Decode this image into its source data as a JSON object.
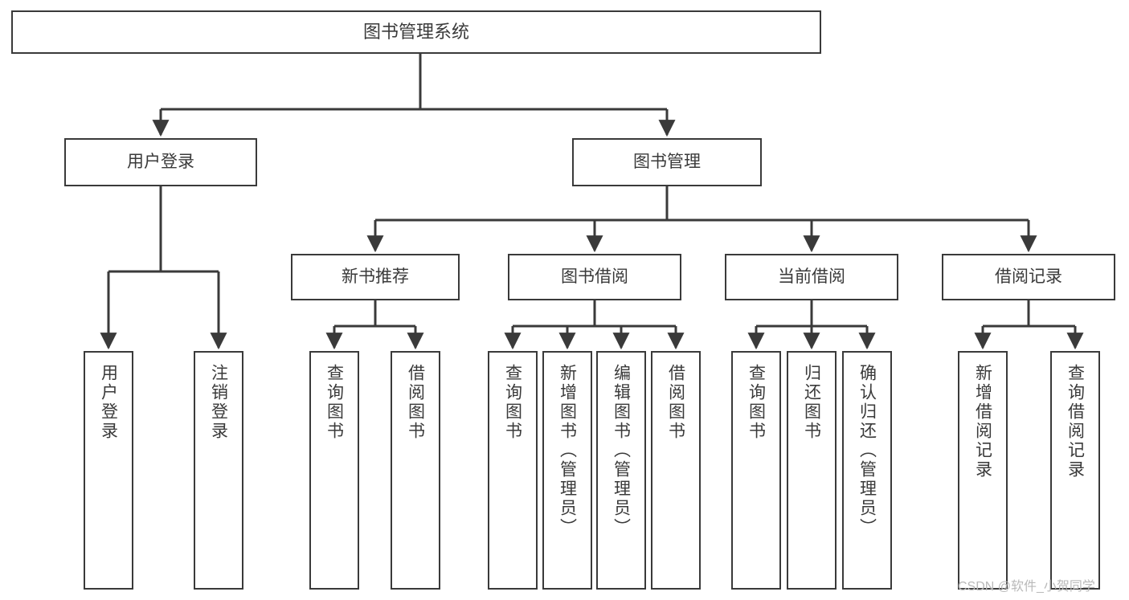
{
  "diagram": {
    "title": "图书管理系统",
    "type": "功能结构图",
    "colors": {
      "stroke": "#3a3a3a",
      "text": "#3a3a3a",
      "background": "#ffffff",
      "watermark": "#b9b9b9"
    },
    "root": {
      "id": "root",
      "label": "图书管理系统"
    },
    "tier2": [
      {
        "id": "user-login",
        "label": "用户登录"
      },
      {
        "id": "book-manage",
        "label": "图书管理"
      }
    ],
    "tier3": [
      {
        "id": "new-book-recommend",
        "label": "新书推荐"
      },
      {
        "id": "book-borrow",
        "label": "图书借阅"
      },
      {
        "id": "current-borrow",
        "label": "当前借阅"
      },
      {
        "id": "borrow-record",
        "label": "借阅记录"
      }
    ],
    "leaves": {
      "user-login": [
        {
          "id": "leaf-user-login",
          "label": "用户登录"
        },
        {
          "id": "leaf-logout",
          "label": "注销登录"
        }
      ],
      "new-book-recommend": [
        {
          "id": "leaf-query-book-1",
          "label": "查询图书"
        },
        {
          "id": "leaf-borrow-book-1",
          "label": "借阅图书"
        }
      ],
      "book-borrow": [
        {
          "id": "leaf-query-book-2",
          "label": "查询图书"
        },
        {
          "id": "leaf-add-book",
          "label": "新增图书（管理员）"
        },
        {
          "id": "leaf-edit-book",
          "label": "编辑图书（管理员）"
        },
        {
          "id": "leaf-borrow-book-2",
          "label": "借阅图书"
        }
      ],
      "current-borrow": [
        {
          "id": "leaf-query-book-3",
          "label": "查询图书"
        },
        {
          "id": "leaf-return-book",
          "label": "归还图书"
        },
        {
          "id": "leaf-confirm-return",
          "label": "确认归还（管理员）"
        }
      ],
      "borrow-record": [
        {
          "id": "leaf-add-record",
          "label": "新增借阅记录"
        },
        {
          "id": "leaf-query-record",
          "label": "查询借阅记录"
        }
      ]
    }
  },
  "watermark": {
    "text": "CSDN @软件_小贺同学"
  }
}
